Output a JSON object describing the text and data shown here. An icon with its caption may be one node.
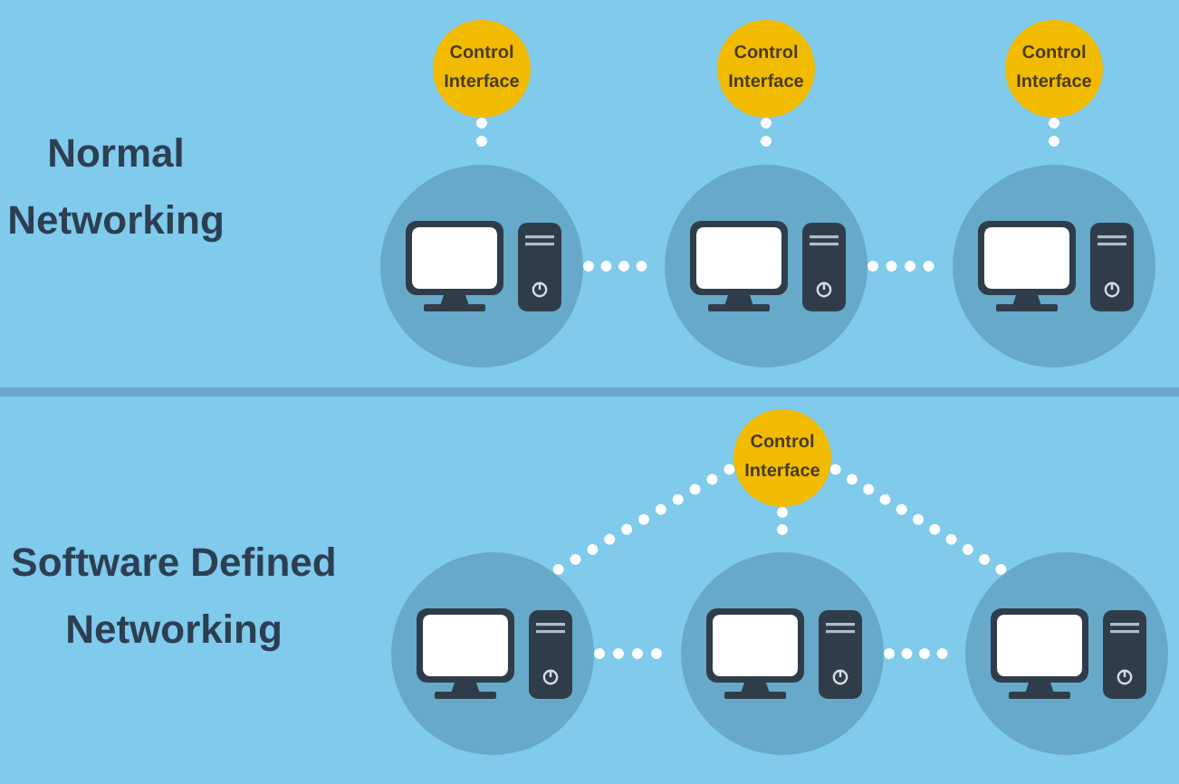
{
  "diagram": {
    "nodes": [
      {
        "text": [
          "Control Interface"
        ]
      },
      {
        "text": [
          "Control Interface"
        ]
      },
      {
        "text": [
          "Control Interface"
        ]
      },
      {
        "text": [],
        "shape": "picture"
      },
      {
        "text": [],
        "shape": "picture"
      },
      {
        "text": [],
        "shape": "picture"
      },
      {
        "text": [
          "Control Interface"
        ]
      },
      {
        "text": [],
        "shape": "picture"
      },
      {
        "text": [],
        "shape": "picture"
      },
      {
        "text": [],
        "shape": "picture"
      }
    ],
    "edges": [
      {
        "from": 0,
        "to": 3,
        "arrow": "none"
      },
      {
        "from": 1,
        "to": 4,
        "arrow": "none"
      },
      {
        "from": 2,
        "to": 5,
        "arrow": "none"
      },
      {
        "from": 3,
        "to": 4,
        "arrow": "none"
      },
      {
        "from": 4,
        "to": 5,
        "arrow": "none"
      },
      {
        "from": 6,
        "to": 7,
        "arrow": "none"
      },
      {
        "from": 6,
        "to": 8,
        "arrow": "none"
      },
      {
        "from": 6,
        "to": 9,
        "arrow": "none"
      },
      {
        "from": 7,
        "to": 8,
        "arrow": "none"
      },
      {
        "from": 8,
        "to": 9,
        "arrow": "none"
      }
    ],
    "labels": [
      "Normal Networking",
      "Software Defined Networking"
    ]
  }
}
